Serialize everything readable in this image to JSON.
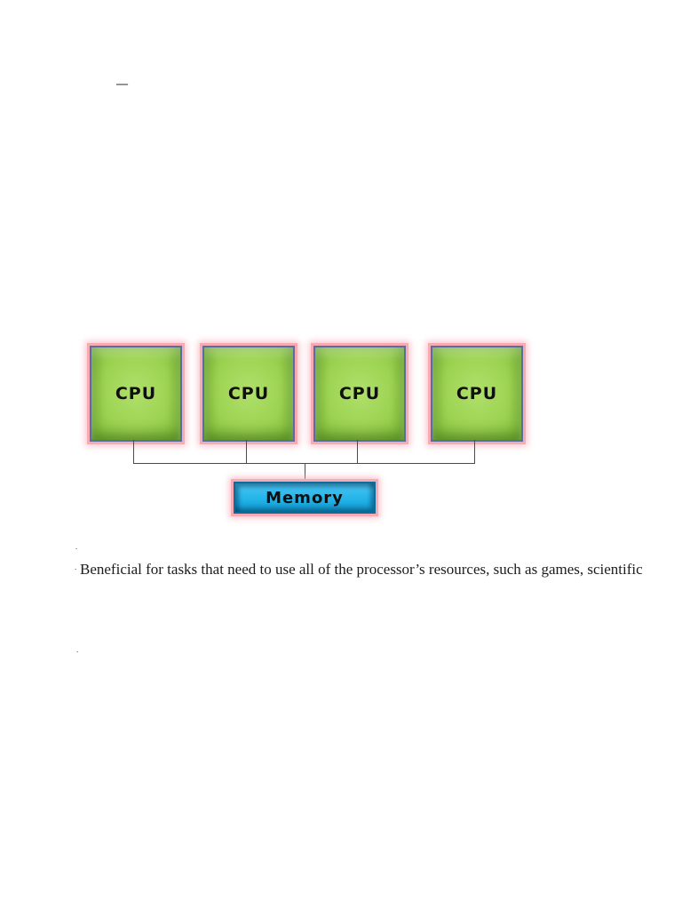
{
  "page": {
    "background": "#ffffff",
    "dash_mark": "—",
    "stray_dots": [
      ".",
      ".",
      "."
    ]
  },
  "diagram": {
    "type": "block-diagram",
    "description": "Four CPU blocks connected by a shared bus line to a single Memory block",
    "cpus": [
      {
        "label": "CPU"
      },
      {
        "label": "CPU"
      },
      {
        "label": "CPU"
      },
      {
        "label": "CPU"
      }
    ],
    "memory": {
      "label": "Memory"
    },
    "edges": [
      [
        "CPU-1",
        "Memory"
      ],
      [
        "CPU-2",
        "Memory"
      ],
      [
        "CPU-3",
        "Memory"
      ],
      [
        "CPU-4",
        "Memory"
      ]
    ],
    "colors": {
      "cpu_fill": "#9cd351",
      "cpu_border": "#5a6e9e",
      "glow_pink": "#f6aab4",
      "memory_fill": "#22b4ea",
      "memory_border": "#0b6e9a",
      "connector": "#4a4a4a"
    }
  },
  "body": {
    "bullet_line": "Beneficial for tasks that need to use all of the processor’s resources, such as games, scientific"
  }
}
